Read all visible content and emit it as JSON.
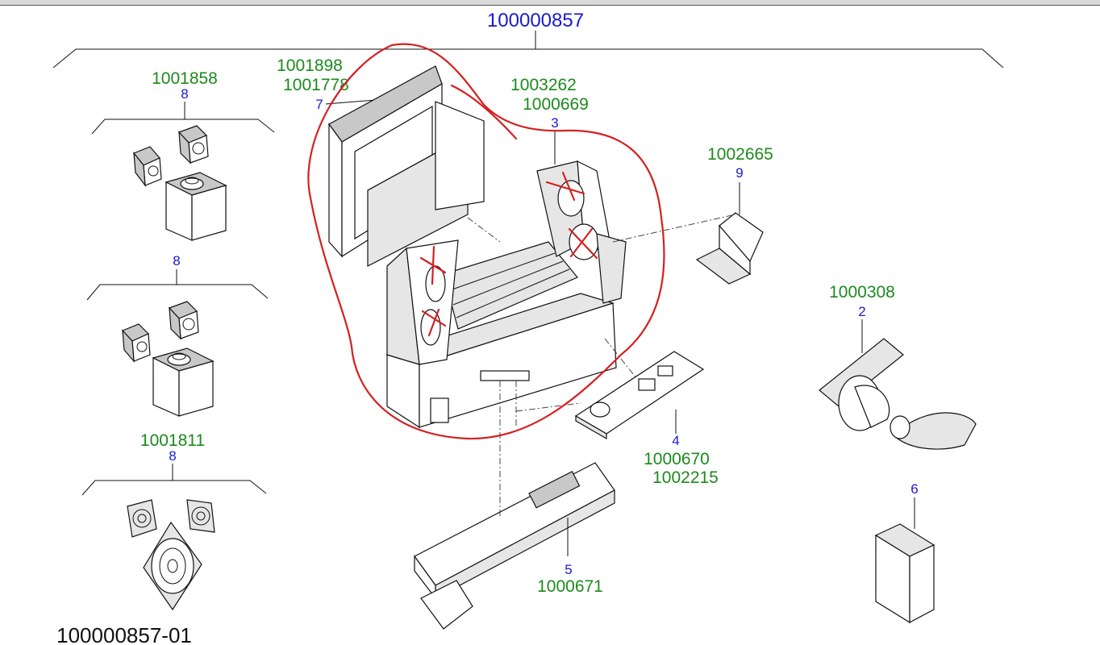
{
  "assembly": {
    "top_number": "100000857",
    "drawing_number": "100000857-01"
  },
  "colors": {
    "item_number": "#1a1ad0",
    "part_number": "#1c8a1c",
    "markup": "#d42020"
  },
  "items": {
    "speaker_kit_a": {
      "item": "8",
      "parts": [
        "1001858"
      ]
    },
    "speaker_kit_b": {
      "item": "8"
    },
    "speaker_kit_c": {
      "item": "8",
      "parts": [
        "1001811"
      ]
    },
    "grille_frame": {
      "item": "7",
      "parts": [
        "1001898",
        "1001778"
      ]
    },
    "cabinet": {
      "item": "3",
      "parts": [
        "1003262",
        "1000669"
      ]
    },
    "bracket": {
      "item": "9",
      "parts": [
        "1002665"
      ]
    },
    "duct_hose": {
      "item": "2",
      "parts": [
        "1000308"
      ]
    },
    "control_board": {
      "item": "4",
      "parts": [
        "1000670",
        "1002215"
      ]
    },
    "power_module": {
      "item": "5",
      "parts": [
        "1000671"
      ]
    },
    "foam_block": {
      "item": "6"
    }
  }
}
